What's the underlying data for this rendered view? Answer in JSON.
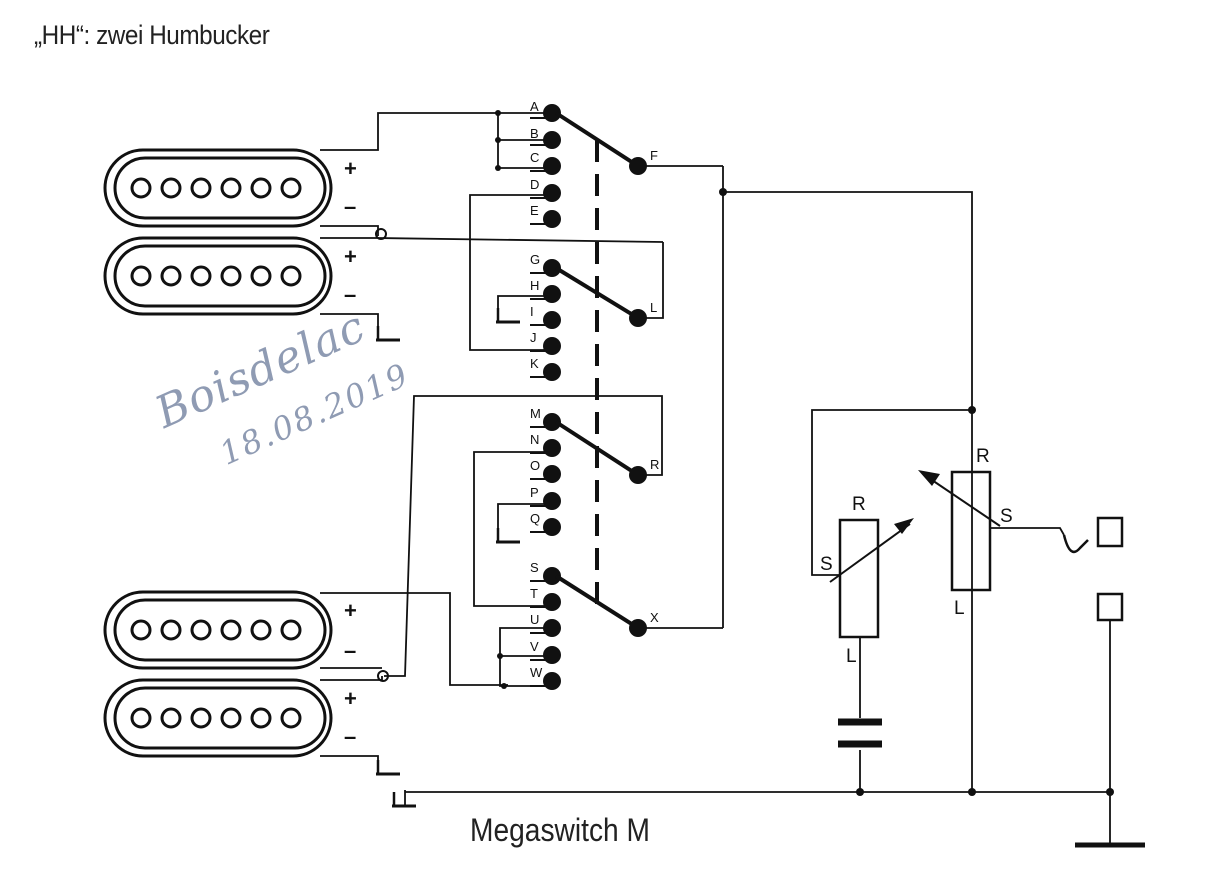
{
  "title": "„HH“: zwei Humbucker",
  "caption": "Megaswitch  M",
  "signature": {
    "name": "Boisdelac",
    "date": "18.08.2019"
  },
  "pickups": {
    "plus": "+",
    "minus": "–"
  },
  "switch_terminals": {
    "deck1": [
      "A",
      "B",
      "C",
      "D",
      "E"
    ],
    "deck2": [
      "G",
      "H",
      "I",
      "J",
      "K"
    ],
    "deck3": [
      "M",
      "N",
      "O",
      "P",
      "Q"
    ],
    "deck4": [
      "S",
      "T",
      "U",
      "V",
      "W"
    ],
    "commons": [
      "F",
      "L",
      "R",
      "X"
    ]
  },
  "tone_pot": {
    "r": "R",
    "s": "S",
    "l": "L"
  },
  "volume_pot": {
    "r": "R",
    "s": "S",
    "l": "L"
  },
  "colors": {
    "ink": "#111111",
    "signature": "#8f9bb3",
    "background": "#ffffff"
  }
}
